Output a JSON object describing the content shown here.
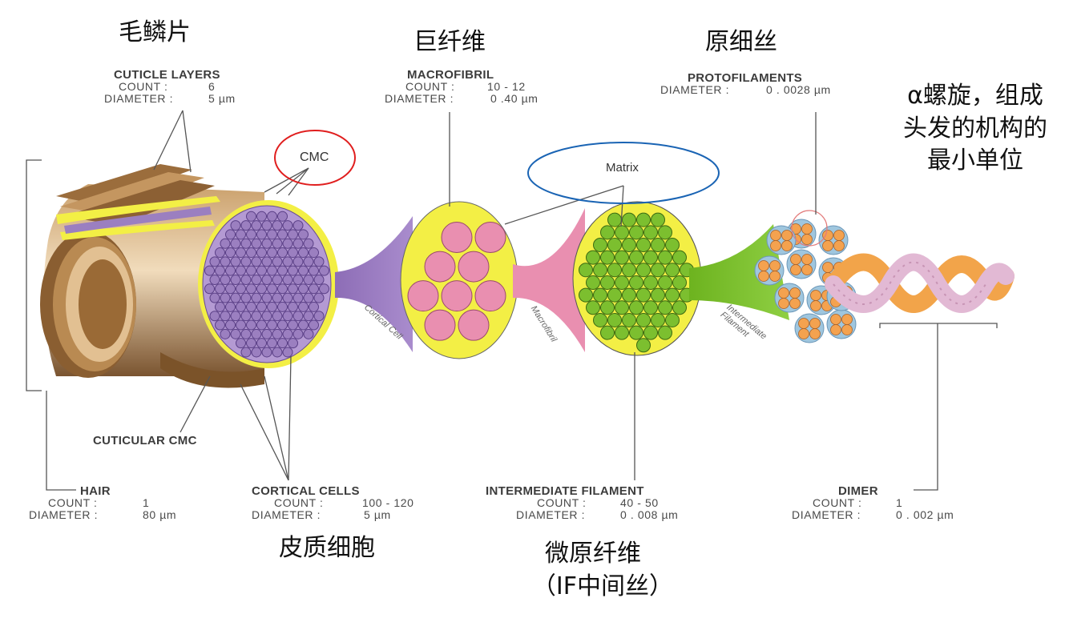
{
  "chinese_labels": {
    "cuticle": "毛鳞片",
    "macrofibril": "巨纤维",
    "protofilament": "原细丝",
    "alpha_helix_lines": [
      "α螺旋，组成",
      "头发的机构的",
      "最小单位"
    ],
    "cortical_cells": "皮质细胞",
    "intermediate_filament_lines": [
      "微原纤维",
      "（IF中间丝）"
    ]
  },
  "structure_labels": {
    "cuticle_layers": {
      "title": "CUTICLE LAYERS",
      "rows": [
        {
          "key": "COUNT :",
          "value": "6"
        },
        {
          "key": "DIAMETER :",
          "value": "5 µm"
        }
      ]
    },
    "macrofibril": {
      "title": "MACROFIBRIL",
      "rows": [
        {
          "key": "COUNT :",
          "value": "10 - 12"
        },
        {
          "key": "DIAMETER :",
          "value": "0 .40 µm"
        }
      ]
    },
    "protofilaments": {
      "title": "PROTOFILAMENTS",
      "rows": [
        {
          "key": "DIAMETER :",
          "value": "0 . 0028 µm"
        }
      ]
    },
    "cuticular_cmc": {
      "title": "CUTICULAR CMC"
    },
    "hair": {
      "title": "HAIR",
      "rows": [
        {
          "key": "COUNT :",
          "value": "1"
        },
        {
          "key": "DIAMETER :",
          "value": "80 µm"
        }
      ]
    },
    "cortical_cells": {
      "title": "CORTICAL CELLS",
      "rows": [
        {
          "key": "COUNT :",
          "value": "100 - 120"
        },
        {
          "key": "DIAMETER :",
          "value": "5 µm"
        }
      ]
    },
    "intermediate_filament": {
      "title": "INTERMEDIATE FILAMENT",
      "rows": [
        {
          "key": "COUNT :",
          "value": "40 - 50"
        },
        {
          "key": "DIAMETER :",
          "value": "0 . 008 µm"
        }
      ]
    },
    "dimer": {
      "title": "DIMER",
      "rows": [
        {
          "key": "COUNT :",
          "value": "1"
        },
        {
          "key": "DIAMETER :",
          "value": "0 . 002 µm"
        }
      ]
    }
  },
  "connector_labels": {
    "cortical_cell": "Cortical Cell",
    "macrofibril": "Macrofibril",
    "intermediate_filament_lines": [
      "Intermediate",
      "Filament"
    ]
  },
  "annotations": {
    "cmc": "CMC",
    "matrix": "Matrix"
  },
  "colors": {
    "cuticle_brown": "#a77a45",
    "cortical_purple": "#9b7fc0",
    "fill_yellow": "#f3ef45",
    "macrofibril_pink": "#e98fb0",
    "filament_green": "#7cbf2f",
    "protofilament_orange": "#f4a24f",
    "protofilament_blue": "#9fc6de",
    "dimer_lilac": "#e2b9d4",
    "dimer_orange": "#f2a44a",
    "cmc_circle_red": "#e01e1e",
    "matrix_ellipse_blue": "#1a64b4"
  }
}
